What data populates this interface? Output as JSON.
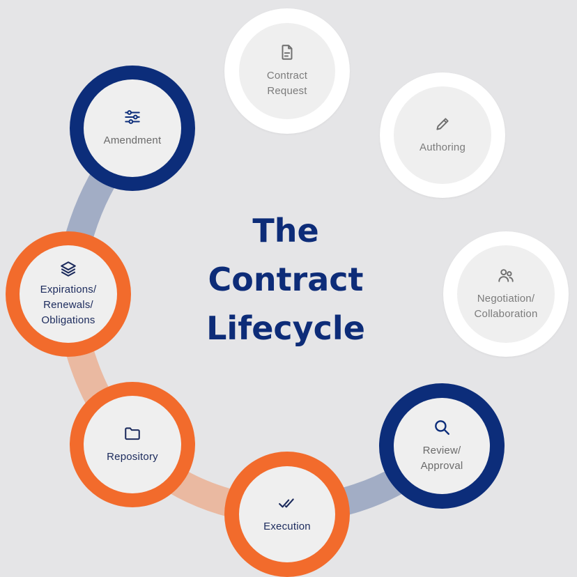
{
  "title": {
    "line1": "The",
    "line2": "Contract",
    "line3": "Lifecycle"
  },
  "colors": {
    "navy": "#0c2d7a",
    "orange": "#f26b2c",
    "arc_blue": "#a2adc5",
    "arc_peach": "#eab9a1",
    "background": "#e5e5e7"
  },
  "stages": [
    {
      "label_1": "Contract",
      "label_2": "Request",
      "icon": "document-icon",
      "style": "white"
    },
    {
      "label_1": "Authoring",
      "label_2": "",
      "icon": "pencil-icon",
      "style": "white"
    },
    {
      "label_1": "Negotiation/",
      "label_2": "Collaboration",
      "icon": "users-icon",
      "style": "white"
    },
    {
      "label_1": "Review/",
      "label_2": "Approval",
      "icon": "search-icon",
      "style": "navy"
    },
    {
      "label_1": "Execution",
      "label_2": "",
      "icon": "double-check-icon",
      "style": "orange"
    },
    {
      "label_1": "Repository",
      "label_2": "",
      "icon": "folder-icon",
      "style": "orange"
    },
    {
      "label_1": "Expirations/",
      "label_2": "Renewals/",
      "label_3": "Obligations",
      "icon": "layers-icon",
      "style": "orange"
    },
    {
      "label_1": "Amendment",
      "label_2": "",
      "icon": "sliders-icon",
      "style": "navy"
    }
  ]
}
